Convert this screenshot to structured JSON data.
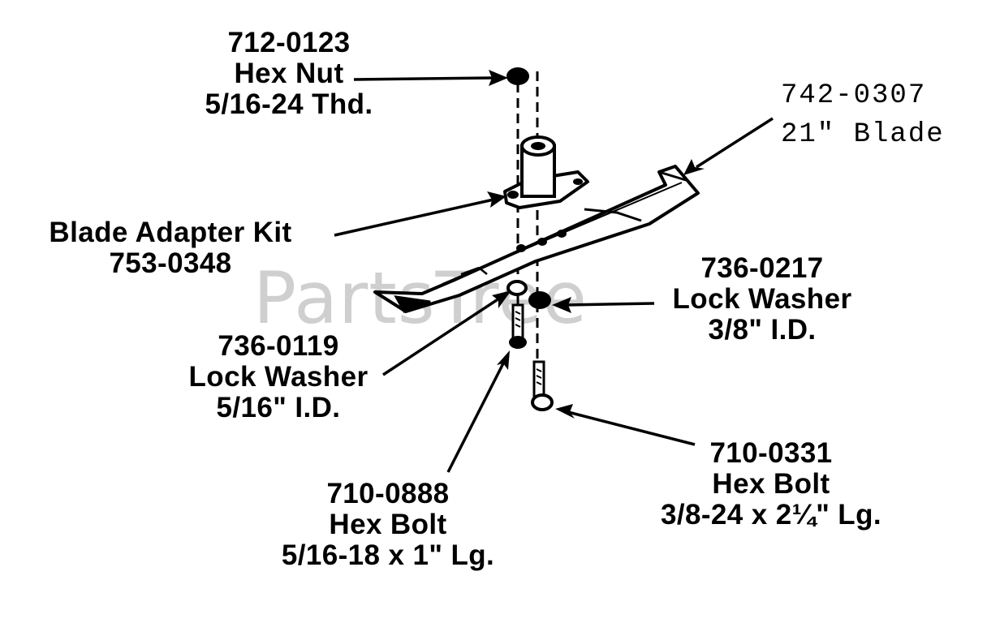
{
  "watermark": "PartsTree",
  "callouts": {
    "hex_nut": {
      "part_number": "712-0123",
      "name": "Hex Nut",
      "spec": "5/16-24 Thd."
    },
    "blade": {
      "part_number": "742-0307",
      "name": "21\" Blade"
    },
    "adapter_kit": {
      "name": "Blade Adapter Kit",
      "part_number": "753-0348"
    },
    "lock_washer_large": {
      "part_number": "736-0217",
      "name": "Lock Washer",
      "spec": "3/8\" I.D."
    },
    "lock_washer_small": {
      "part_number": "736-0119",
      "name": "Lock Washer",
      "spec": "5/16\" I.D."
    },
    "hex_bolt_small": {
      "part_number": "710-0888",
      "name": "Hex Bolt",
      "spec": "5/16-18 x 1\" Lg."
    },
    "hex_bolt_large": {
      "part_number": "710-0331",
      "name": "Hex Bolt",
      "spec": "3/8-24 x 2¼\" Lg."
    }
  }
}
